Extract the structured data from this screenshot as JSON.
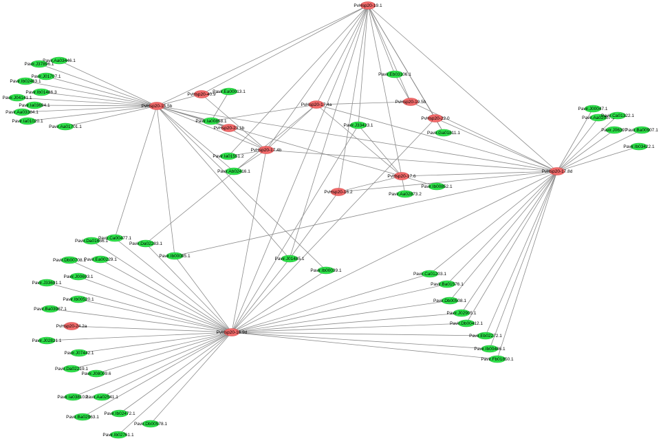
{
  "graph": {
    "colors": {
      "hub": "#f06a6a",
      "target": "#2ee24a",
      "edge": "#8a8a8a",
      "hub_stroke": "#d64545",
      "target_stroke": "#22b838"
    },
    "nodes": [
      {
        "id": "h191",
        "label": "PvHsp20-19.1",
        "kind": "hub"
      },
      {
        "id": "h155b",
        "label": "PvHsp20-15.5b",
        "kind": "hub"
      },
      {
        "id": "h409",
        "label": "PvHsp20-40.9",
        "kind": "hub"
      },
      {
        "id": "h174a",
        "label": "PvHsp20-17.4a",
        "kind": "hub"
      },
      {
        "id": "h195b",
        "label": "PvHsp20-19.5b",
        "kind": "hub"
      },
      {
        "id": "h220",
        "label": "PvHsp20-22.0",
        "kind": "hub"
      },
      {
        "id": "h231b",
        "label": "PvHsp20-23.1b",
        "kind": "hub"
      },
      {
        "id": "h174b",
        "label": "PvHsp20-17.4b",
        "kind": "hub"
      },
      {
        "id": "h178d",
        "label": "PvHsp20-17.8d",
        "kind": "hub"
      },
      {
        "id": "h176",
        "label": "PvHsp20-17.6",
        "kind": "hub"
      },
      {
        "id": "h162",
        "label": "PvHsp20-16.2",
        "kind": "hub"
      },
      {
        "id": "h242a",
        "label": "PvHsp20-24.2a",
        "kind": "hub"
      },
      {
        "id": "h169d",
        "label": "PvHsp20-16.9d",
        "kind": "hub"
      },
      {
        "id": "g1",
        "label": "Pavir.Aa03446.1",
        "kind": "target"
      },
      {
        "id": "g2",
        "label": "Pavir.J37896.1",
        "kind": "target"
      },
      {
        "id": "g3",
        "label": "Pavir.J01707.1",
        "kind": "target"
      },
      {
        "id": "g4",
        "label": "Pavir.Ib02463.1",
        "kind": "target"
      },
      {
        "id": "g5",
        "label": "Pavir.Ib01486.3",
        "kind": "target"
      },
      {
        "id": "g6",
        "label": "Pavir.J04141.1",
        "kind": "target"
      },
      {
        "id": "g7",
        "label": "Pavir.Ia03694.1",
        "kind": "target"
      },
      {
        "id": "g8",
        "label": "Pavir.Aa03384.1",
        "kind": "target"
      },
      {
        "id": "g9",
        "label": "Pavir.Ia01020.1",
        "kind": "target"
      },
      {
        "id": "g10",
        "label": "Pavir.Aa01701.1",
        "kind": "target"
      },
      {
        "id": "g11",
        "label": "Pavir.Ea00013.1",
        "kind": "target"
      },
      {
        "id": "g12",
        "label": "Pavir.Ia00858.1",
        "kind": "target"
      },
      {
        "id": "g13",
        "label": "Pavir.Ia01551.2",
        "kind": "target"
      },
      {
        "id": "g14",
        "label": "Pavir.Ab02416.1",
        "kind": "target"
      },
      {
        "id": "g15",
        "label": "Pavir.Eb03106.1",
        "kind": "target"
      },
      {
        "id": "g16",
        "label": "Pavir.J33423.1",
        "kind": "target"
      },
      {
        "id": "g17",
        "label": "Pavir.Ga01811.1",
        "kind": "target"
      },
      {
        "id": "g18",
        "label": "Pavir.J00047.1",
        "kind": "target"
      },
      {
        "id": "g19",
        "label": "Pavir.Aa02057.1",
        "kind": "target"
      },
      {
        "id": "g20",
        "label": "Pavir.Ca01322.1",
        "kind": "target"
      },
      {
        "id": "g21",
        "label": "Pavir.J06397",
        "kind": "target"
      },
      {
        "id": "g22",
        "label": "Pavir.Ba00907.1",
        "kind": "target"
      },
      {
        "id": "g23",
        "label": "Pavir.Ib03422.1",
        "kind": "target"
      },
      {
        "id": "g24",
        "label": "Pavir.Ib00852.1",
        "kind": "target"
      },
      {
        "id": "g25",
        "label": "Pavir.Aa02873.2",
        "kind": "target"
      },
      {
        "id": "g26",
        "label": "Pavir.Ca00477.1",
        "kind": "target"
      },
      {
        "id": "g27",
        "label": "Pavir.Da01656.1",
        "kind": "target"
      },
      {
        "id": "g28",
        "label": "Pavir.Da02283.1",
        "kind": "target"
      },
      {
        "id": "g29",
        "label": "Pavir.Ib00085.1",
        "kind": "target"
      },
      {
        "id": "g30",
        "label": "Pavir.Db00708.1",
        "kind": "target"
      },
      {
        "id": "g31",
        "label": "Pavir.Ea00229.1",
        "kind": "target"
      },
      {
        "id": "g32",
        "label": "Pavir.J00693.1",
        "kind": "target"
      },
      {
        "id": "g33",
        "label": "Pavir.J33691.1",
        "kind": "target"
      },
      {
        "id": "g34",
        "label": "Pavir.Ib00520.1",
        "kind": "target"
      },
      {
        "id": "g35",
        "label": "Pavir.Ba03967.1",
        "kind": "target"
      },
      {
        "id": "g36",
        "label": "Pavir.J02821.1",
        "kind": "target"
      },
      {
        "id": "g37",
        "label": "Pavir.J07442.1",
        "kind": "target"
      },
      {
        "id": "g38",
        "label": "Pavir.Da02219.1",
        "kind": "target"
      },
      {
        "id": "g39",
        "label": "Pavir.J08009.6",
        "kind": "target"
      },
      {
        "id": "g40",
        "label": "Pavir.Ia03810.1",
        "kind": "target"
      },
      {
        "id": "g41",
        "label": "Pavir.Aa02541.1",
        "kind": "target"
      },
      {
        "id": "g42",
        "label": "Pavir.Ba02963.1",
        "kind": "target"
      },
      {
        "id": "g43",
        "label": "Pavir.Ib02472.1",
        "kind": "target"
      },
      {
        "id": "g44",
        "label": "Pavir.Db00578.1",
        "kind": "target"
      },
      {
        "id": "g45",
        "label": "Pavir.Ib02761.1",
        "kind": "target"
      },
      {
        "id": "g46",
        "label": "Pavir.J01485.1",
        "kind": "target"
      },
      {
        "id": "g47",
        "label": "Pavir.Ib00039.1",
        "kind": "target"
      },
      {
        "id": "g48",
        "label": "Pavir.Ca01203.1",
        "kind": "target"
      },
      {
        "id": "g49",
        "label": "Pavir.Ba01576.1",
        "kind": "target"
      },
      {
        "id": "g50",
        "label": "Pavir.Db00508.1",
        "kind": "target"
      },
      {
        "id": "g51",
        "label": "Pavir.J02905.1",
        "kind": "target"
      },
      {
        "id": "g52",
        "label": "Pavir.Db00412.1",
        "kind": "target"
      },
      {
        "id": "g53",
        "label": "Pavir.Eb02272.1",
        "kind": "target"
      },
      {
        "id": "g54",
        "label": "Pavir.Ib00486.1",
        "kind": "target"
      },
      {
        "id": "g55",
        "label": "Pavir.Fb01850.1",
        "kind": "target"
      }
    ],
    "edges": [
      [
        "h191",
        "h155b"
      ],
      [
        "h191",
        "h409"
      ],
      [
        "h191",
        "h174a"
      ],
      [
        "h191",
        "h195b"
      ],
      [
        "h191",
        "h220"
      ],
      [
        "h191",
        "h174b"
      ],
      [
        "h191",
        "h178d"
      ],
      [
        "h191",
        "h176"
      ],
      [
        "h191",
        "h162"
      ],
      [
        "h191",
        "h169d"
      ],
      [
        "h191",
        "g15"
      ],
      [
        "h191",
        "g16"
      ],
      [
        "h191",
        "g17"
      ],
      [
        "h191",
        "g46"
      ],
      [
        "h191",
        "g13"
      ],
      [
        "h155b",
        "g1"
      ],
      [
        "h155b",
        "g2"
      ],
      [
        "h155b",
        "g3"
      ],
      [
        "h155b",
        "g4"
      ],
      [
        "h155b",
        "g5"
      ],
      [
        "h155b",
        "g6"
      ],
      [
        "h155b",
        "g7"
      ],
      [
        "h155b",
        "g8"
      ],
      [
        "h155b",
        "g9"
      ],
      [
        "h155b",
        "g10"
      ],
      [
        "h155b",
        "h409"
      ],
      [
        "h155b",
        "h231b"
      ],
      [
        "h155b",
        "h174b"
      ],
      [
        "h155b",
        "h178d"
      ],
      [
        "h155b",
        "g12"
      ],
      [
        "h155b",
        "g14"
      ],
      [
        "h155b",
        "g26"
      ],
      [
        "h155b",
        "g29"
      ],
      [
        "h155b",
        "g46"
      ],
      [
        "h155b",
        "g47"
      ],
      [
        "h155b",
        "h176"
      ],
      [
        "h409",
        "g11"
      ],
      [
        "h409",
        "h174b"
      ],
      [
        "h174a",
        "h195b"
      ],
      [
        "h174a",
        "h174b"
      ],
      [
        "h174a",
        "h176"
      ],
      [
        "h174a",
        "h178d"
      ],
      [
        "h174a",
        "g12"
      ],
      [
        "h174a",
        "g28"
      ],
      [
        "h195b",
        "g15"
      ],
      [
        "h195b",
        "h178d"
      ],
      [
        "h220",
        "g17"
      ],
      [
        "h220",
        "h178d"
      ],
      [
        "h220",
        "h169d"
      ],
      [
        "g11",
        "g12"
      ],
      [
        "h231b",
        "h174b"
      ],
      [
        "h231b",
        "g12"
      ],
      [
        "h174b",
        "g13"
      ],
      [
        "h174b",
        "g14"
      ],
      [
        "h174b",
        "h169d"
      ],
      [
        "h174b",
        "h178d"
      ],
      [
        "g16",
        "h176"
      ],
      [
        "g16",
        "h169d"
      ],
      [
        "h176",
        "g24"
      ],
      [
        "h176",
        "g25"
      ],
      [
        "h176",
        "h162"
      ],
      [
        "h176",
        "h178d"
      ],
      [
        "h162",
        "g46"
      ],
      [
        "h162",
        "h178d"
      ],
      [
        "h178d",
        "g18"
      ],
      [
        "h178d",
        "g19"
      ],
      [
        "h178d",
        "g20"
      ],
      [
        "h178d",
        "g21"
      ],
      [
        "h178d",
        "g22"
      ],
      [
        "h178d",
        "g23"
      ],
      [
        "h178d",
        "g29"
      ],
      [
        "h178d",
        "h169d"
      ],
      [
        "h178d",
        "g48"
      ],
      [
        "h178d",
        "g49"
      ],
      [
        "h178d",
        "g50"
      ],
      [
        "h178d",
        "g51"
      ],
      [
        "h178d",
        "g52"
      ],
      [
        "h178d",
        "g53"
      ],
      [
        "h178d",
        "g54"
      ],
      [
        "h178d",
        "g55"
      ],
      [
        "h169d",
        "g26"
      ],
      [
        "h169d",
        "g27"
      ],
      [
        "h169d",
        "g28"
      ],
      [
        "h169d",
        "g29"
      ],
      [
        "h169d",
        "g30"
      ],
      [
        "h169d",
        "g31"
      ],
      [
        "h169d",
        "g32"
      ],
      [
        "h169d",
        "g33"
      ],
      [
        "h169d",
        "g34"
      ],
      [
        "h169d",
        "g35"
      ],
      [
        "h169d",
        "h242a"
      ],
      [
        "h169d",
        "g36"
      ],
      [
        "h169d",
        "g37"
      ],
      [
        "h169d",
        "g38"
      ],
      [
        "h169d",
        "g39"
      ],
      [
        "h169d",
        "g40"
      ],
      [
        "h169d",
        "g41"
      ],
      [
        "h169d",
        "g42"
      ],
      [
        "h169d",
        "g43"
      ],
      [
        "h169d",
        "g44"
      ],
      [
        "h169d",
        "g45"
      ],
      [
        "h169d",
        "g46"
      ],
      [
        "h169d",
        "g47"
      ],
      [
        "h169d",
        "g48"
      ],
      [
        "h169d",
        "g49"
      ],
      [
        "h169d",
        "g50"
      ],
      [
        "h169d",
        "g51"
      ],
      [
        "h169d",
        "g52"
      ],
      [
        "h169d",
        "g53"
      ],
      [
        "h169d",
        "g54"
      ],
      [
        "h169d",
        "g55"
      ]
    ]
  }
}
